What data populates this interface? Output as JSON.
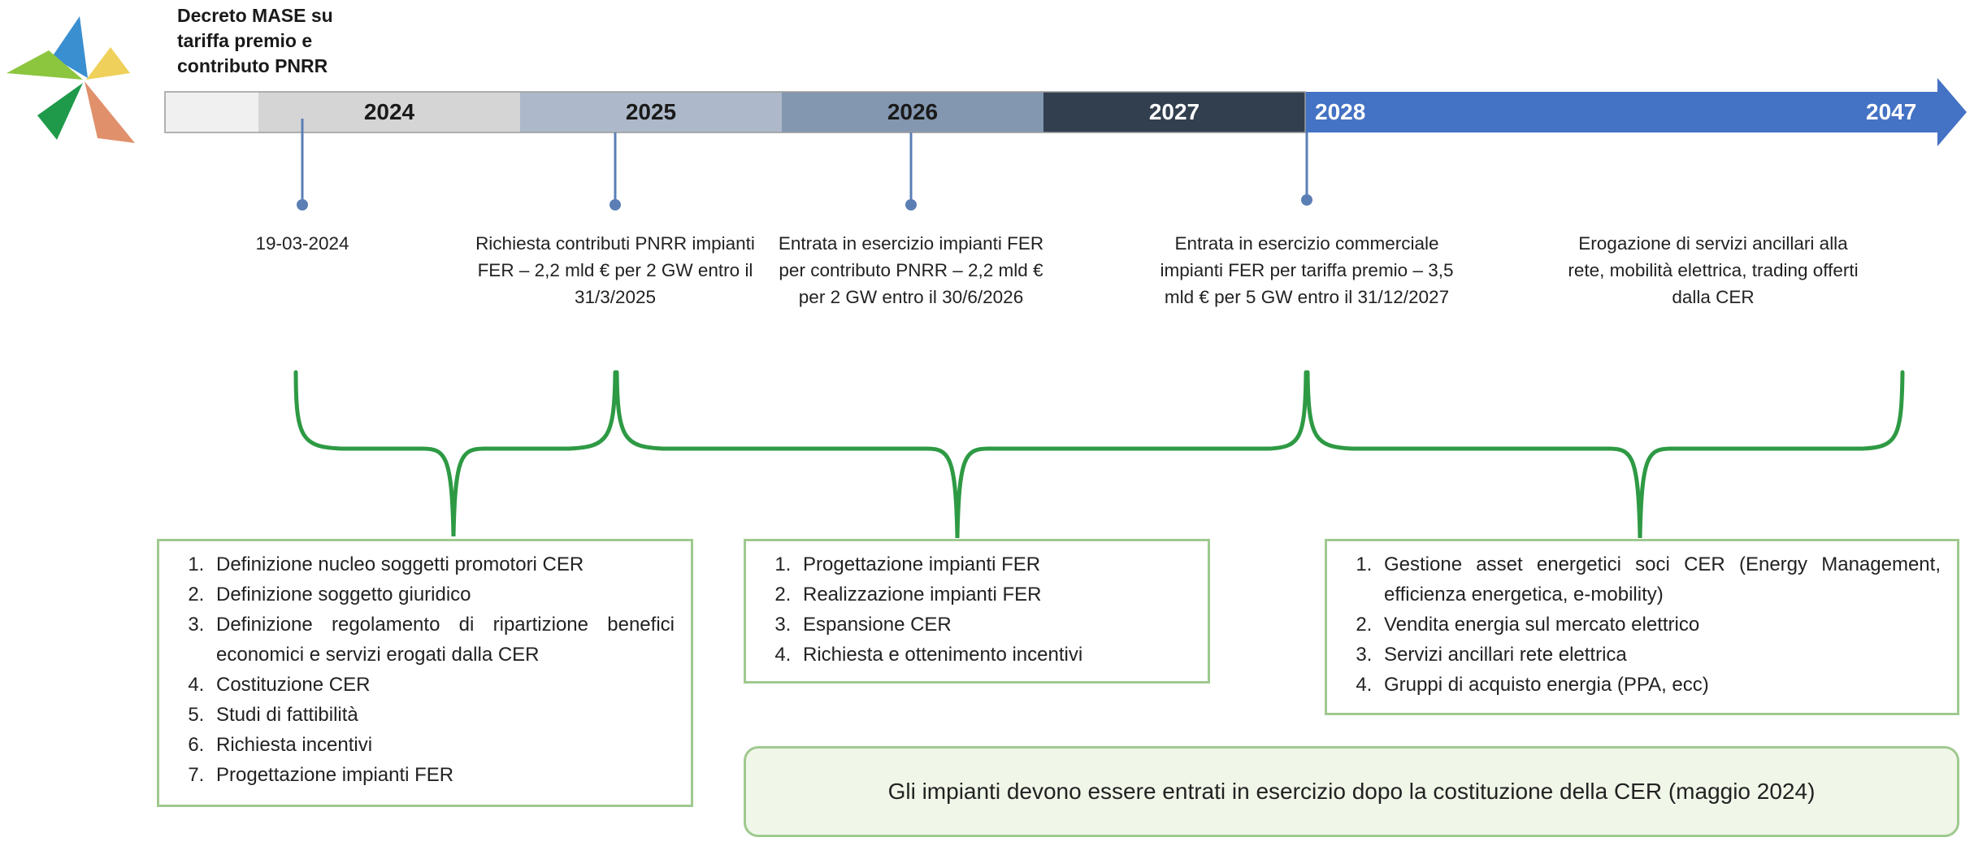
{
  "header": {
    "decree_title": "Decreto MASE su tariffa premio e contributo PNRR"
  },
  "timeline": {
    "segments": [
      {
        "label": "",
        "color": "#f0f0f0"
      },
      {
        "label": "2024",
        "color": "#d5d5d5"
      },
      {
        "label": "2025",
        "color": "#adb9ca"
      },
      {
        "label": "2026",
        "color": "#8497b0"
      },
      {
        "label": "2027",
        "color": "#323f4f"
      },
      {
        "label": "2028",
        "end_label": "2047",
        "color": "#4472c4"
      }
    ],
    "events": [
      {
        "text": "19-03-2024"
      },
      {
        "text": "Richiesta contributi PNRR impianti FER – 2,2 mld € per 2 GW entro il 31/3/2025"
      },
      {
        "text": "Entrata in esercizio impianti FER per contributo PNRR – 2,2 mld € per 2 GW entro il 30/6/2026"
      },
      {
        "text": "Entrata in esercizio commerciale impianti FER per tariffa premio – 3,5 mld € per 5 GW entro il 31/12/2027"
      },
      {
        "text": "Erogazione di servizi ancillari alla rete, mobilità elettrica, trading offerti dalla CER"
      }
    ]
  },
  "phases": [
    {
      "items": [
        "Definizione nucleo soggetti promotori CER",
        "Definizione soggetto giuridico",
        "Definizione regolamento di ripartizione benefici economici e servizi erogati dalla CER",
        "Costituzione CER",
        "Studi di fattibilità",
        "Richiesta incentivi",
        "Progettazione impianti FER"
      ]
    },
    {
      "items": [
        "Progettazione impianti FER",
        "Realizzazione impianti FER",
        "Espansione CER",
        "Richiesta e ottenimento incentivi"
      ]
    },
    {
      "items": [
        "Gestione asset energetici soci CER (Energy Management, efficienza energetica, e-mobility)",
        "Vendita energia sul mercato elettrico",
        "Servizi ancillari rete elettrica",
        "Gruppi di acquisto energia (PPA, ecc)"
      ]
    }
  ],
  "note": {
    "text": "Gli impianti devono essere entrati in esercizio dopo la costituzione della CER (maggio 2024)"
  },
  "colors": {
    "connector": "#5b7fb5",
    "brace": "#2e9a44",
    "box_border": "#9fc98f",
    "note_background": "#f0f6e8"
  }
}
